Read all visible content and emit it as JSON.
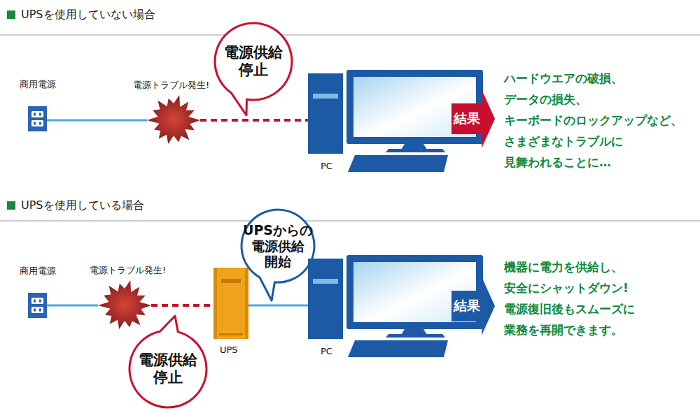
{
  "diagram": {
    "nodes": [
      {
        "text": [
          "商用電源"
        ]
      },
      {
        "text": [
          "電源トラブル発生!"
        ]
      },
      {
        "text": [
          "電源供給 停止"
        ]
      },
      {
        "text": [
          "PC"
        ]
      },
      {
        "text": [
          "結果"
        ]
      },
      {
        "text": [
          "商用電源"
        ]
      },
      {
        "text": [
          "電源トラブル発生!"
        ]
      },
      {
        "text": [
          "UPSからの 電源供給 開始"
        ]
      },
      {
        "text": [
          "UPS"
        ]
      },
      {
        "text": [
          "PC"
        ]
      },
      {
        "text": [
          "電源供給 停止"
        ]
      },
      {
        "text": [
          "結果"
        ]
      }
    ],
    "edges": [
      {
        "from": 0,
        "to": 1,
        "arrow": "none"
      },
      {
        "from": 1,
        "to": 3,
        "arrow": "none"
      },
      {
        "from": 5,
        "to": 6,
        "arrow": "none"
      },
      {
        "from": 6,
        "to": 8,
        "arrow": "none"
      },
      {
        "from": 8,
        "to": 9,
        "arrow": "none"
      }
    ],
    "labels": [
      "UPSを使用していない場合",
      "ハードウエアの破損、 データの損失、 キーボードのロックアップなど、 さまざまなトラブルに 見舞われることに…",
      "UPSを使用している場合",
      "機器に電力を供給し、 安全にシャットダウン! 電源復旧後もスムーズに 業務を再開できます。"
    ]
  }
}
